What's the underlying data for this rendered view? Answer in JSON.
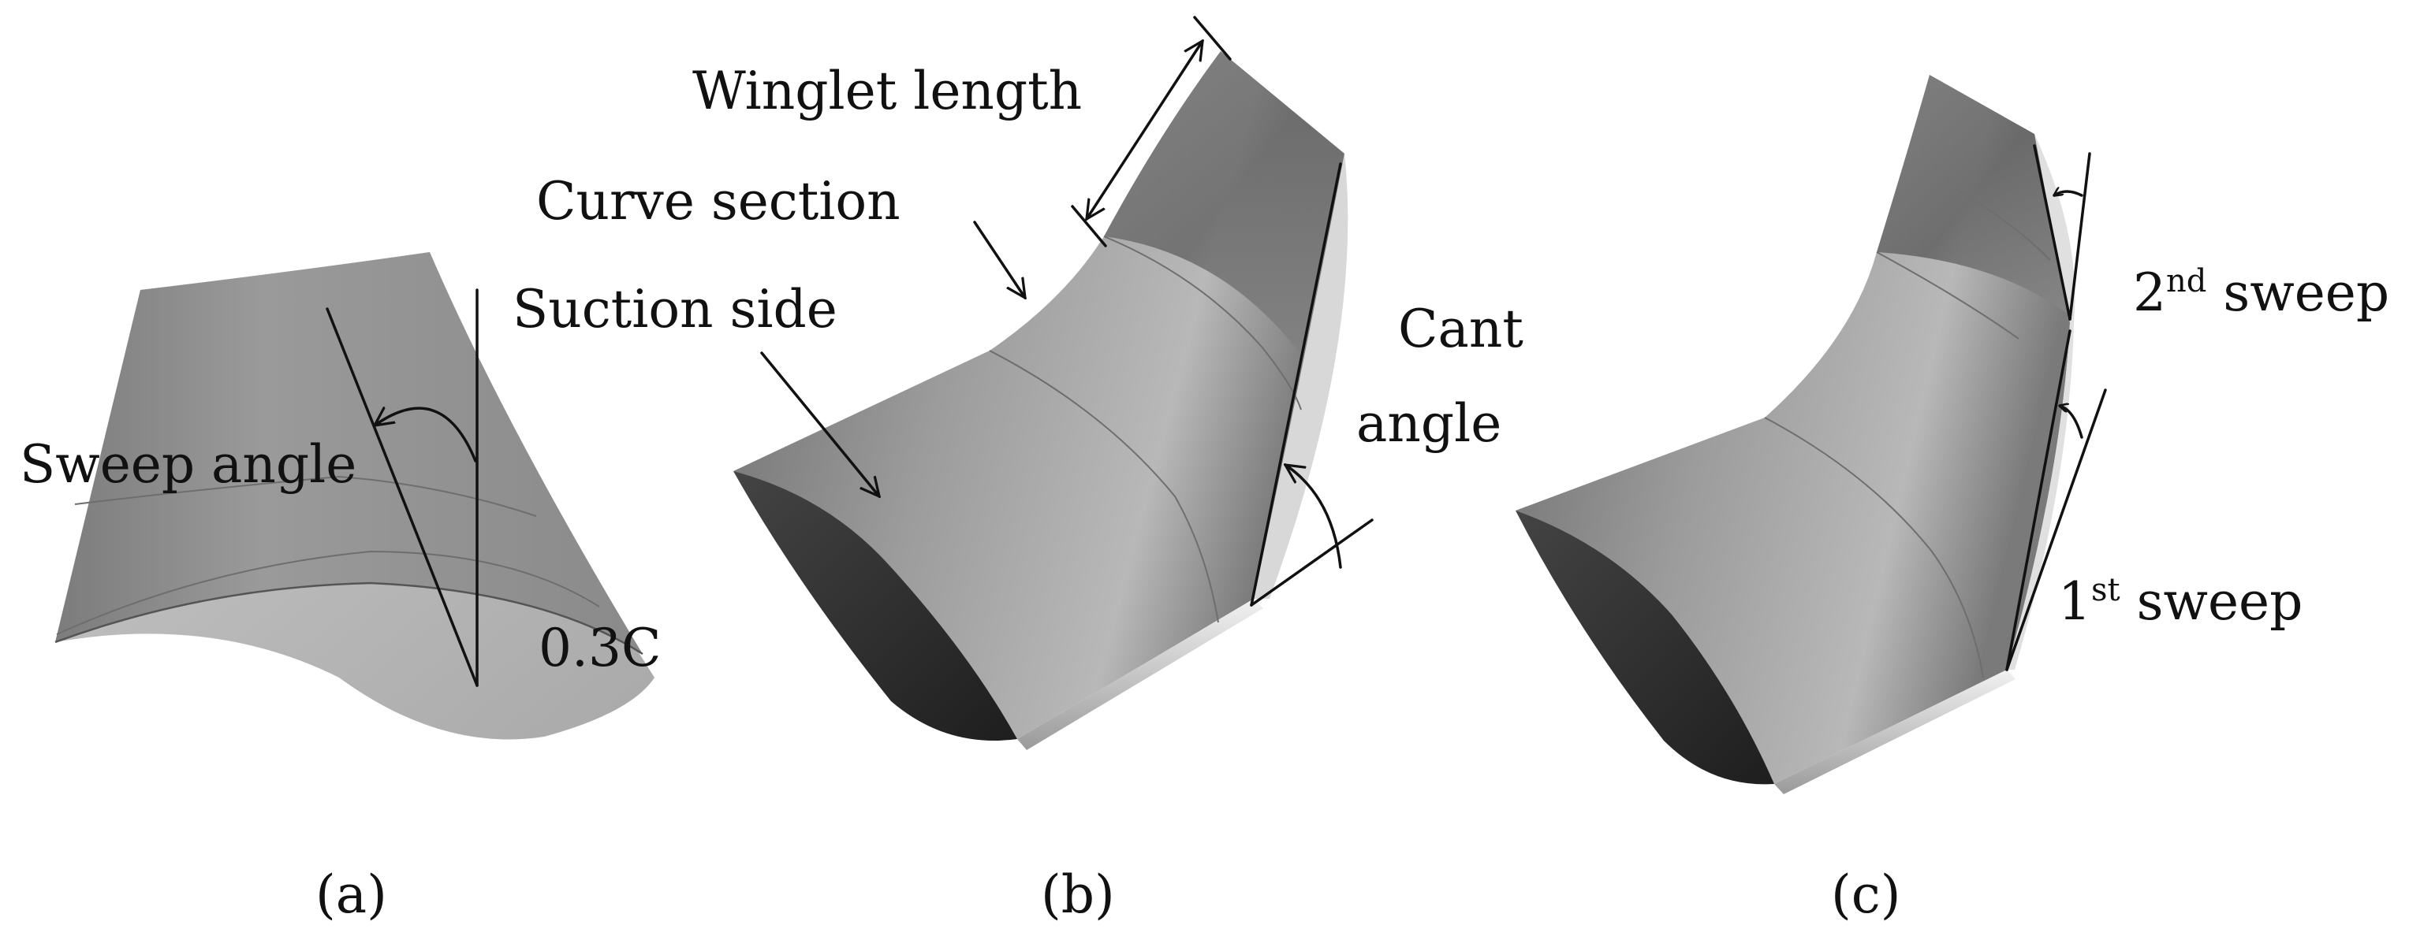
{
  "panels": [
    {
      "id": "a",
      "caption": "(a)",
      "labels": {
        "sweep_angle": "Sweep angle",
        "chord_fraction": "0.3C"
      }
    },
    {
      "id": "b",
      "caption": "(b)",
      "labels": {
        "winglet_length": "Winglet length",
        "curve_section": "Curve section",
        "suction_side": "Suction side",
        "cant_line1": "Cant",
        "cant_line2": "angle"
      }
    },
    {
      "id": "c",
      "caption": "(c)",
      "labels": {
        "second_sweep_num": "2",
        "second_sweep_sup": "nd",
        "second_sweep_word": " sweep",
        "first_sweep_num": "1",
        "first_sweep_sup": "st",
        "first_sweep_word": " sweep"
      }
    }
  ],
  "colors": {
    "surface_light": "#c8c8c8",
    "surface_mid": "#8e8e8e",
    "surface_dark": "#5a5a5a",
    "leading_edge_dark": "#303030",
    "annotation": "#111111"
  }
}
